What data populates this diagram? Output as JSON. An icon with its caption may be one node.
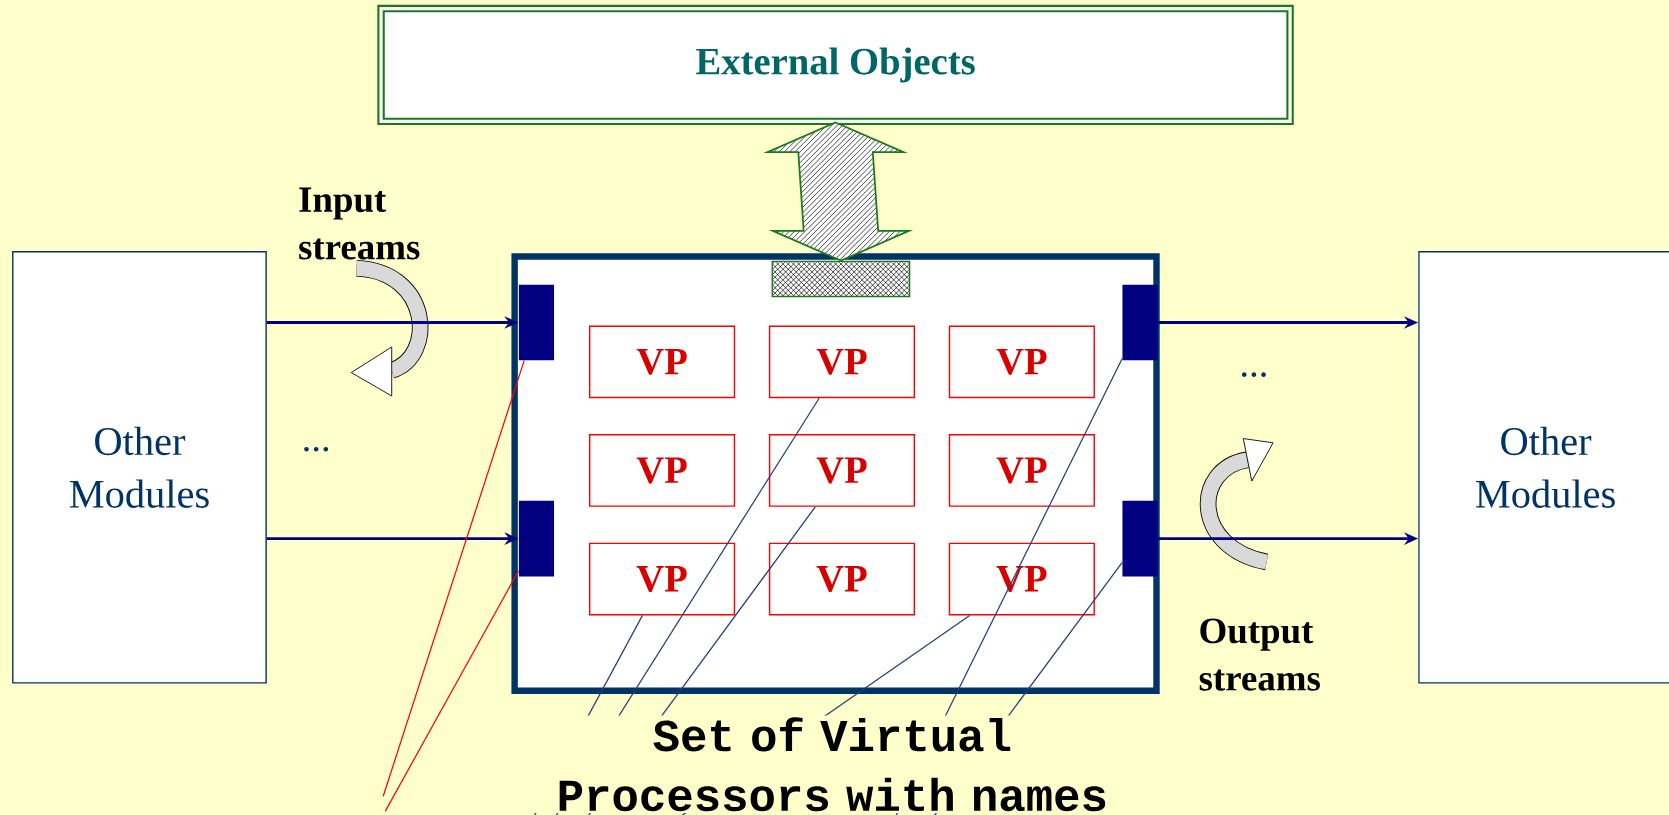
{
  "diagram": {
    "nodes": [
      {
        "text": [
          "External Objects"
        ]
      },
      {
        "text": [
          "Other Modules"
        ]
      },
      {
        "text": [
          "Set of Virtual Processors with names"
        ]
      },
      {
        "text": [],
        "shape": "box",
        "in": 2
      },
      {
        "text": [],
        "shape": "bar",
        "in": 2
      },
      {
        "text": [],
        "shape": "bar",
        "in": 2
      },
      {
        "text": [
          "VP"
        ],
        "in": 2
      },
      {
        "text": [
          "VP"
        ],
        "in": 2
      },
      {
        "text": [
          "VP"
        ],
        "in": 2
      },
      {
        "text": [
          "VP"
        ],
        "in": 2
      },
      {
        "text": [
          "VP"
        ],
        "in": 2
      },
      {
        "text": [
          "VP"
        ],
        "in": 2
      },
      {
        "text": [
          "VP"
        ],
        "in": 2
      },
      {
        "text": [
          "VP"
        ],
        "in": 2
      },
      {
        "text": [
          "VP"
        ],
        "in": 2
      },
      {
        "text": [],
        "shape": "bar",
        "in": 2
      },
      {
        "text": [],
        "shape": "bar",
        "in": 2
      },
      {
        "text": [
          "Other Modules"
        ]
      }
    ],
    "edges": [
      {
        "from": 0,
        "to": 3,
        "arrow": "both",
        "style": "thick"
      },
      {
        "from": 1,
        "to": 4,
        "arrow": "to"
      },
      {
        "from": 1,
        "to": 15,
        "arrow": "to"
      },
      {
        "from": 5,
        "to": 17,
        "arrow": "to"
      },
      {
        "from": 16,
        "to": 17,
        "arrow": "to"
      },
      {
        "from": null,
        "to": 4,
        "arrow": "none",
        "color": "#ff0000"
      },
      {
        "from": null,
        "to": 15,
        "arrow": "none",
        "color": "#ff0000"
      },
      {
        "from": null,
        "to": 12,
        "arrow": "none"
      },
      {
        "from": null,
        "to": 7,
        "arrow": "none"
      },
      {
        "from": null,
        "to": 10,
        "arrow": "none"
      },
      {
        "from": null,
        "to": 14,
        "arrow": "none"
      },
      {
        "from": null,
        "to": 5,
        "arrow": "none"
      },
      {
        "from": null,
        "to": 16,
        "arrow": "none"
      }
    ],
    "labels": [
      "Input streams",
      "...",
      "...",
      "Output streams"
    ]
  }
}
